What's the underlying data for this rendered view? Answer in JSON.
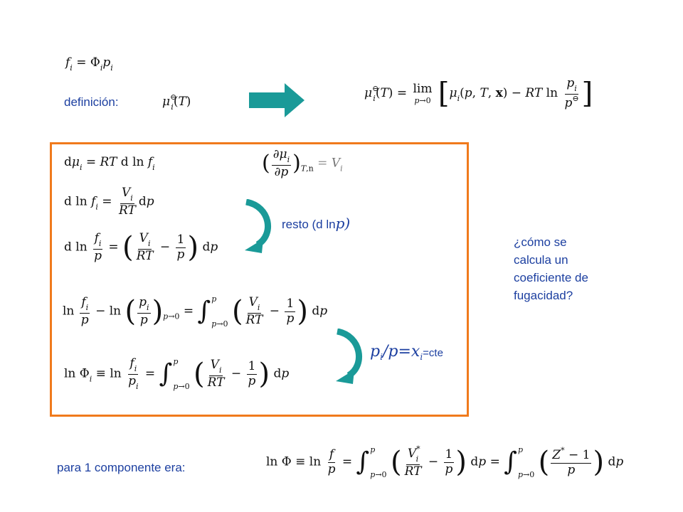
{
  "labels": {
    "definicion": "definición:",
    "resto": "resto (d ln",
    "resto_p": "p)",
    "para1": "para 1 componente era:",
    "cond_p": "p",
    "cond_i": "i",
    "cond_slash": "/",
    "cond_p2": "p",
    "cond_eq": "=",
    "cond_x": "x",
    "cond_xi": "i",
    "cond_cte": "=cte"
  },
  "question": {
    "line1": "¿cómo se",
    "line2": "calcula un",
    "line3": "coeficiente de",
    "line4": "fugacidad?"
  },
  "colors": {
    "arrow": "#1a9a98",
    "box_border": "#f07a1c",
    "text_blue": "#1c3fa0"
  },
  "icons": {
    "right_arrow": "right-arrow-icon",
    "curved_arrow": "curved-arrow-icon"
  }
}
